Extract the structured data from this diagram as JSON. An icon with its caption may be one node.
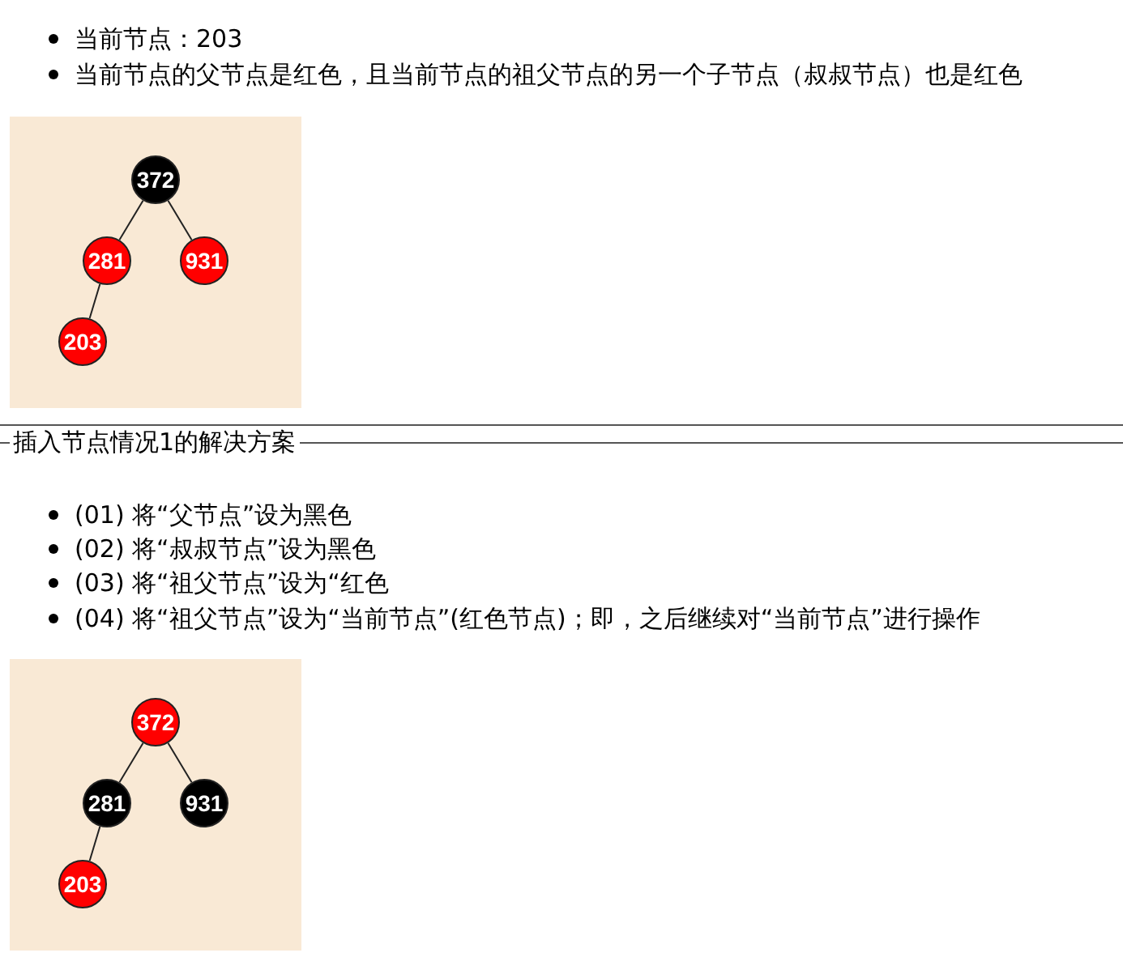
{
  "diagram": {
    "nodes": [
      {
        "text": [
          "372"
        ]
      },
      {
        "text": [
          "281"
        ]
      },
      {
        "text": [
          "931"
        ]
      },
      {
        "text": [
          "203"
        ]
      },
      {
        "text": [
          "372"
        ]
      },
      {
        "text": [
          "281"
        ]
      },
      {
        "text": [
          "931"
        ]
      },
      {
        "text": [
          "203"
        ]
      }
    ],
    "edges": [
      {
        "from": 0,
        "to": 1,
        "arrow": "none"
      },
      {
        "from": 0,
        "to": 2,
        "arrow": "none"
      },
      {
        "from": 1,
        "to": 3,
        "arrow": "none"
      },
      {
        "from": 4,
        "to": 5,
        "arrow": "none"
      },
      {
        "from": 4,
        "to": 6,
        "arrow": "none"
      },
      {
        "from": 5,
        "to": 7,
        "arrow": "none"
      }
    ],
    "labels": [
      "当前节点：203",
      "当前节点的父节点是红色，且当前节点的祖父节点的另一个子节点（叔叔节点）也是红色",
      "插入节点情况1的解决方案",
      "(01) 将“父节点”设为黑色",
      "(02) 将“叔叔节点”设为黑色",
      "(03) 将“祖父节点”设为“红色",
      "(04) 将“祖父节点”设为“当前节点”(红色节点)；即，之后继续对“当前节点”进行操作"
    ]
  }
}
